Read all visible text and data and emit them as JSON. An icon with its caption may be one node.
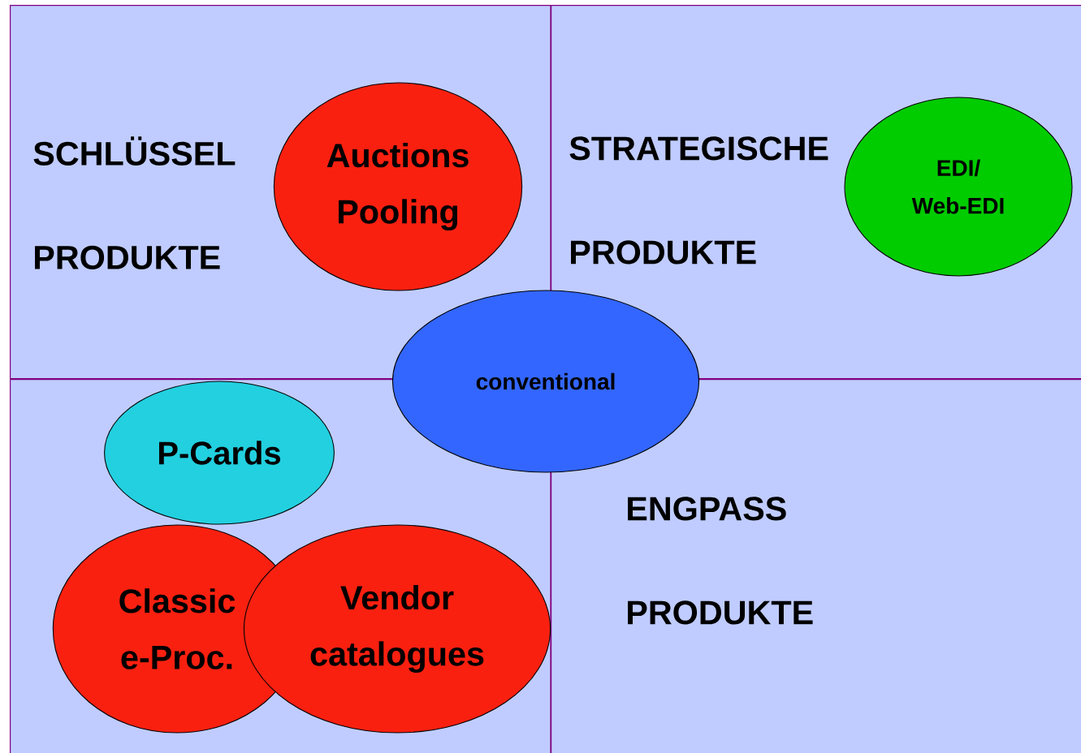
{
  "diagram": {
    "nodes": [
      {
        "text": [
          "SCHLÜSSEL PRODUKTE"
        ]
      },
      {
        "text": [
          "Auctions Pooling"
        ],
        "in": 0
      },
      {
        "text": [
          "STRATEGISCHE PRODUKTE"
        ]
      },
      {
        "text": [
          "EDI/ Web-EDI"
        ],
        "in": 2
      },
      {
        "text": [
          "conventional"
        ]
      },
      {
        "text": [],
        "shape": "box"
      },
      {
        "text": [
          "P-Cards"
        ],
        "in": 5
      },
      {
        "text": [
          "Classic e-Proc."
        ],
        "in": 5
      },
      {
        "text": [
          "Vendor catalogues"
        ],
        "in": 5
      },
      {
        "text": [
          "ENGPASS PRODUKTE"
        ]
      }
    ]
  }
}
